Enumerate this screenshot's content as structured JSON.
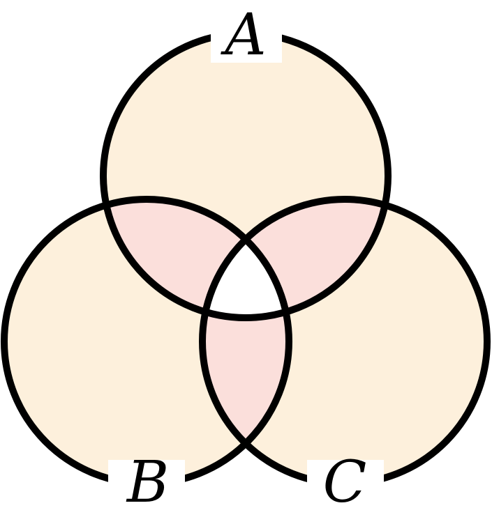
{
  "diagram": {
    "type": "venn-3",
    "sets": [
      {
        "id": "A",
        "label": "A"
      },
      {
        "id": "B",
        "label": "B"
      },
      {
        "id": "C",
        "label": "C"
      }
    ],
    "shading": {
      "single_set_only": "#fdf0dc",
      "exactly_two_sets": "#fbdfdb",
      "all_three_sets": "#ffffff"
    },
    "outline_color": "#000000"
  }
}
